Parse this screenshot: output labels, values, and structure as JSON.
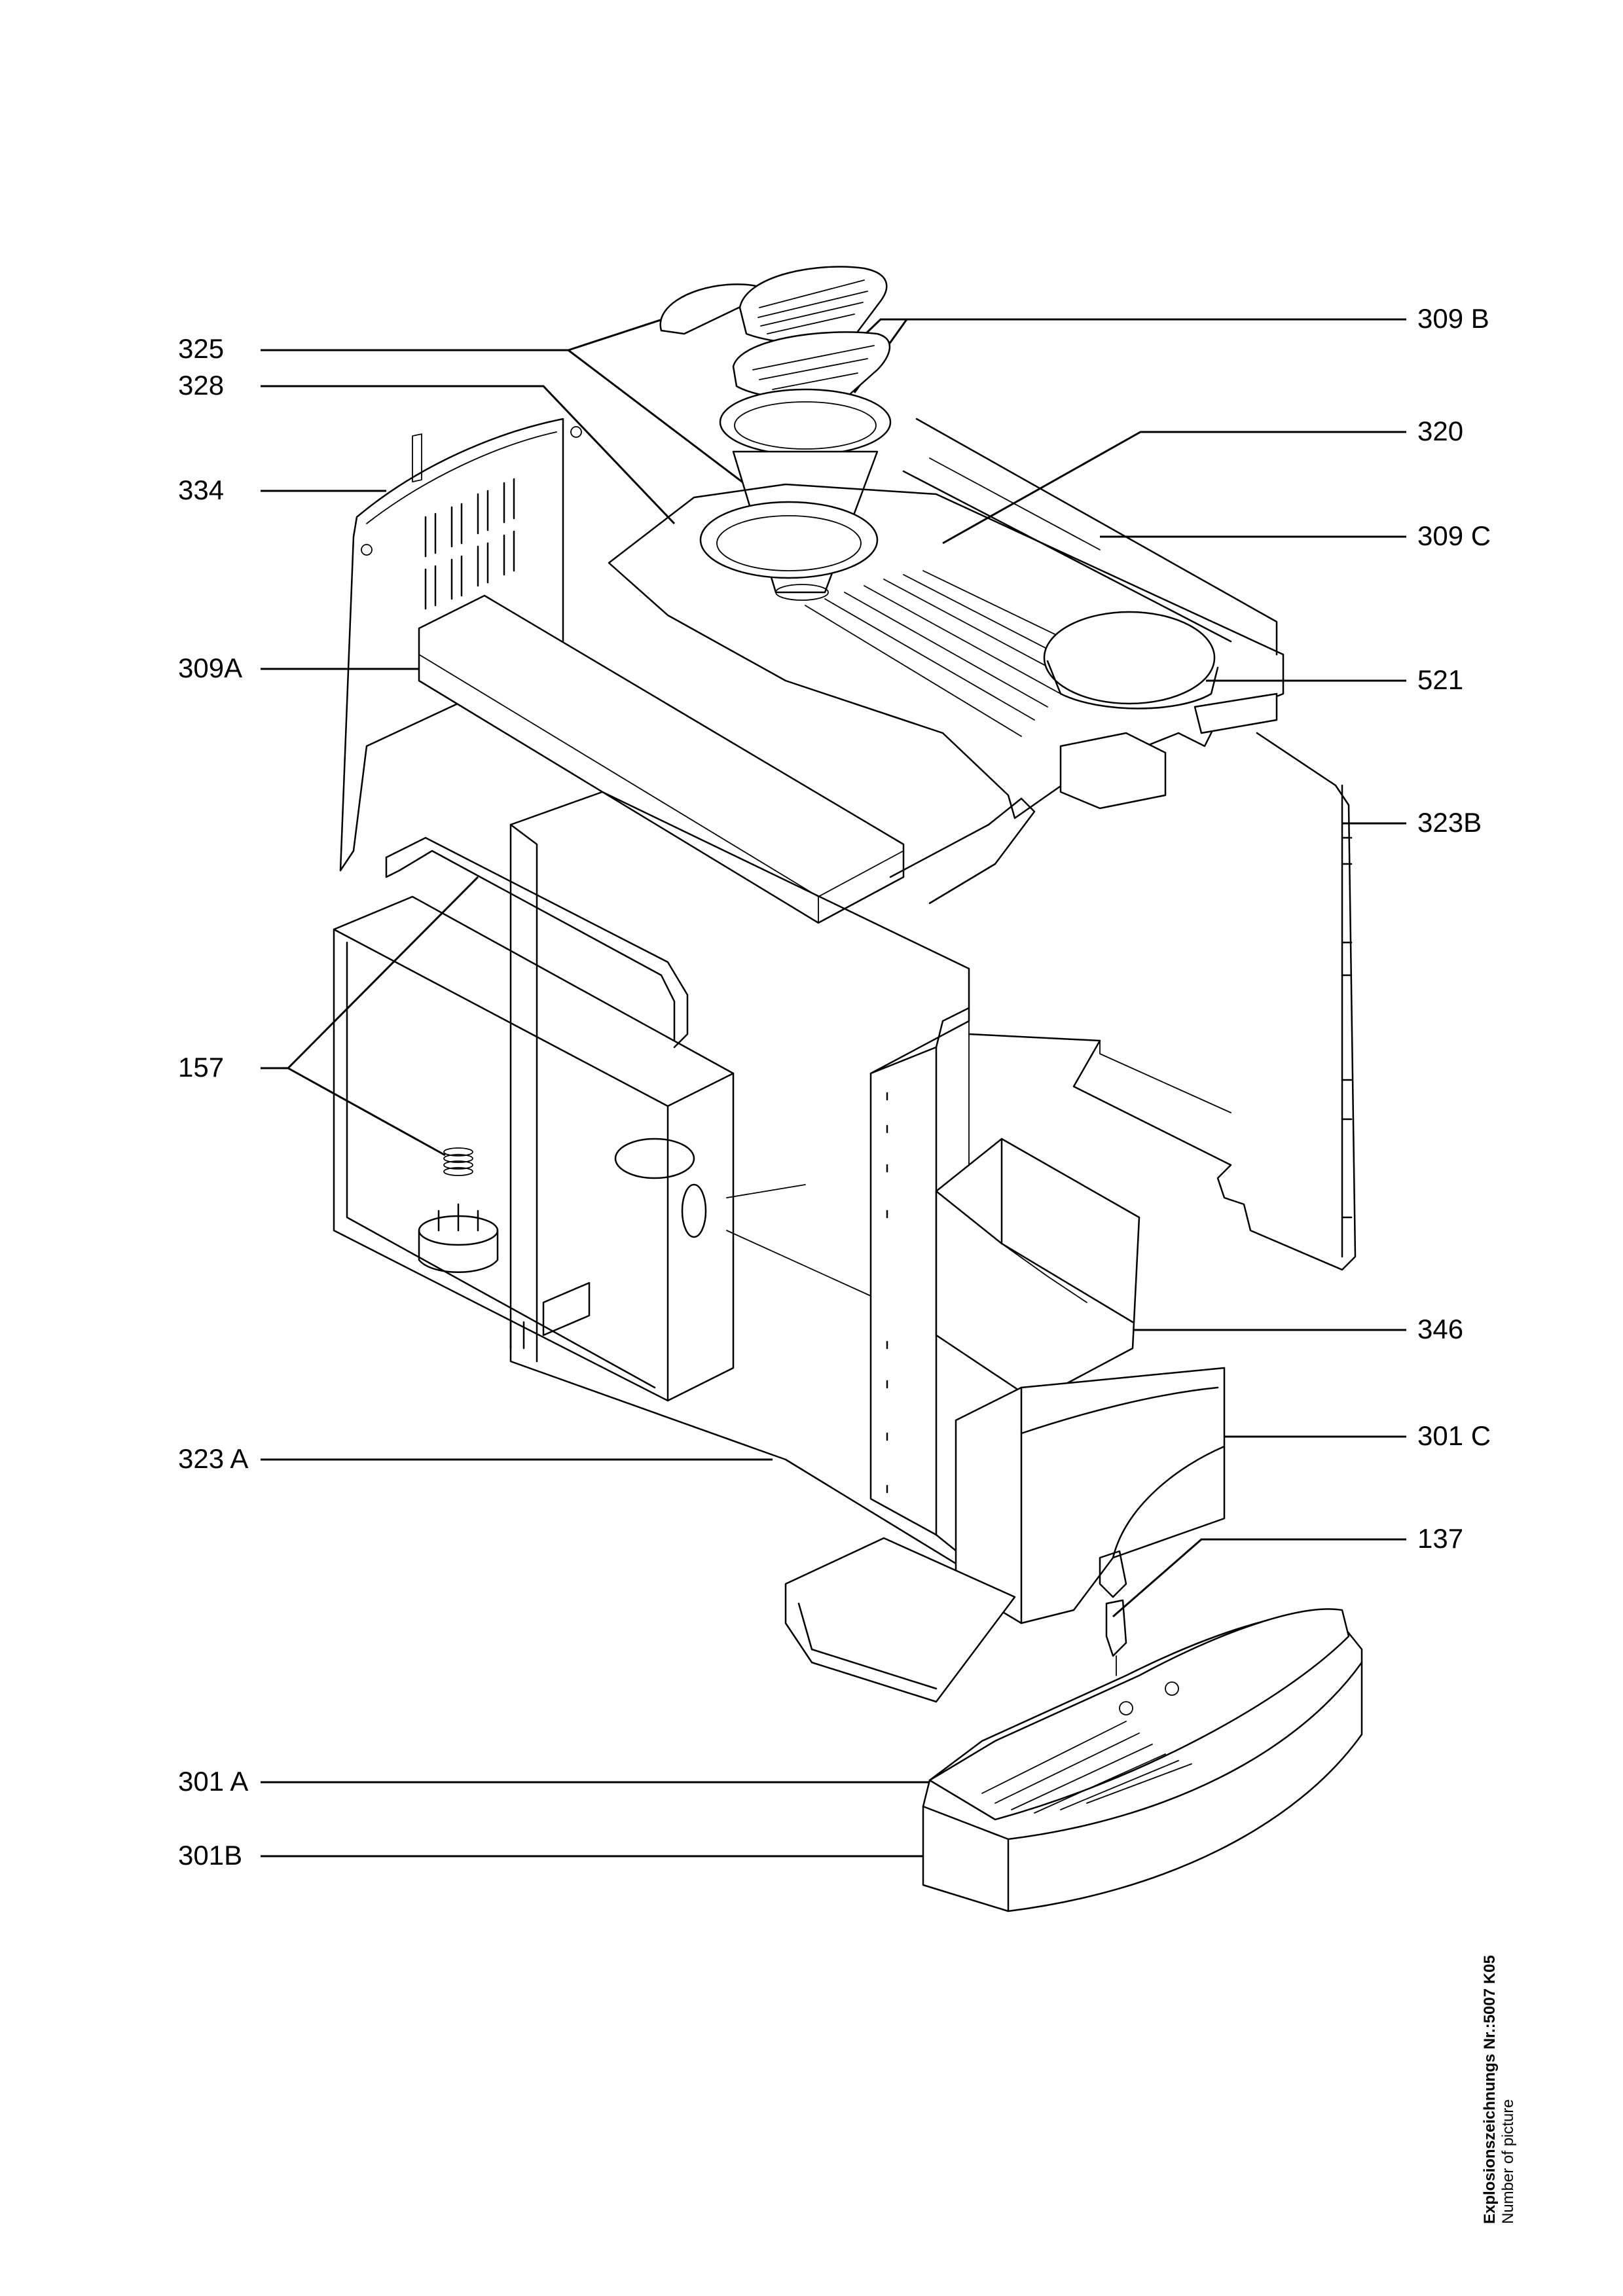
{
  "labels": {
    "l325": "325",
    "l328": "328",
    "l334": "334",
    "l309a": "309A",
    "l157": "157",
    "l323a": "323 A",
    "l301a": "301 A",
    "l301b": "301B",
    "l309b": "309 B",
    "l320": "320",
    "l309c": "309 C",
    "l521": "521",
    "l323b": "323B",
    "l346": "346",
    "l301c": "301 C",
    "l137": "137"
  },
  "footer": {
    "line1": "Explosionszeichnungs Nr.:5007 K05",
    "line2": "Number of picture"
  }
}
